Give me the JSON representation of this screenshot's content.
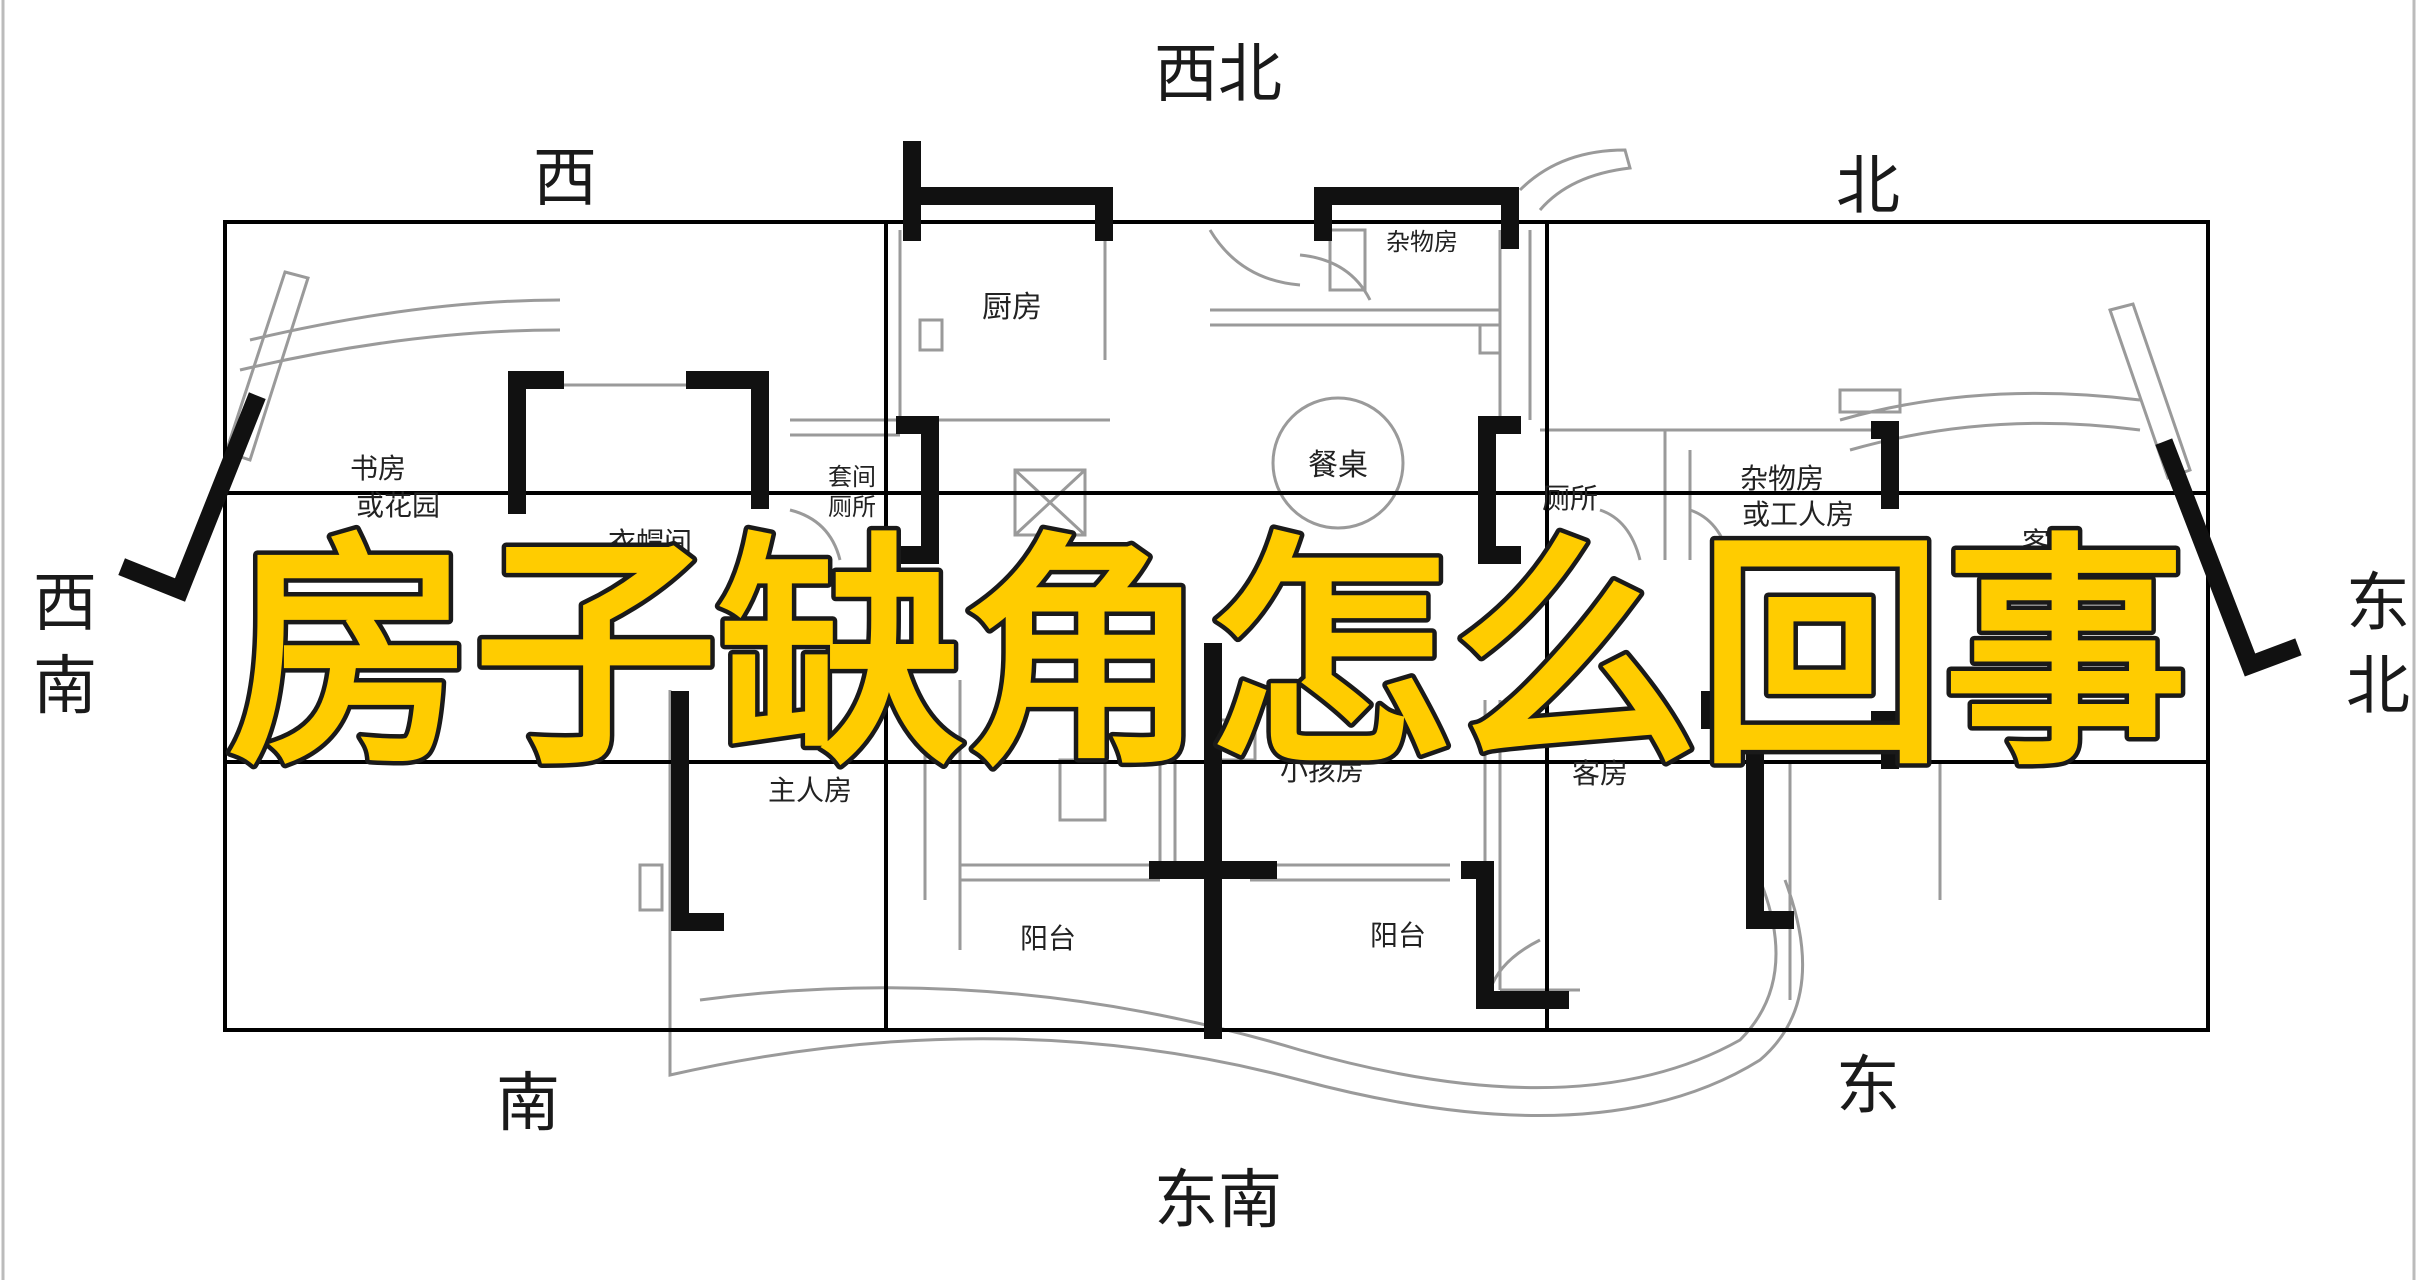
{
  "directions": {
    "nw": "西北",
    "w": "西",
    "n": "北",
    "sw_top": "西",
    "sw_bottom": "南",
    "ne_top": "东",
    "ne_bottom": "北",
    "s": "南",
    "e": "东",
    "se": "东南"
  },
  "rooms": {
    "kitchen": "厨房",
    "storage_top": "杂物房",
    "study_line1": "书房",
    "study_line2": "或花园",
    "ensuite_line1": "套间",
    "ensuite_line2": "厕所",
    "dining": "餐桌",
    "toilet": "厕所",
    "storage_right_line1": "杂物房",
    "storage_right_line2": "或工人房",
    "guest_partial": "客房",
    "cloakroom": "衣帽间",
    "master": "主人房",
    "kids": "小孩房",
    "guest": "客房",
    "balcony_left": "阳台",
    "balcony_right": "阳台"
  },
  "headline": "房子缺角怎么回事",
  "colors": {
    "headline_fill": "#ffcc00",
    "headline_stroke": "#1a1a1a",
    "grid": "#000000",
    "wall": "#111111",
    "thin_wall": "#9a9a9a"
  }
}
